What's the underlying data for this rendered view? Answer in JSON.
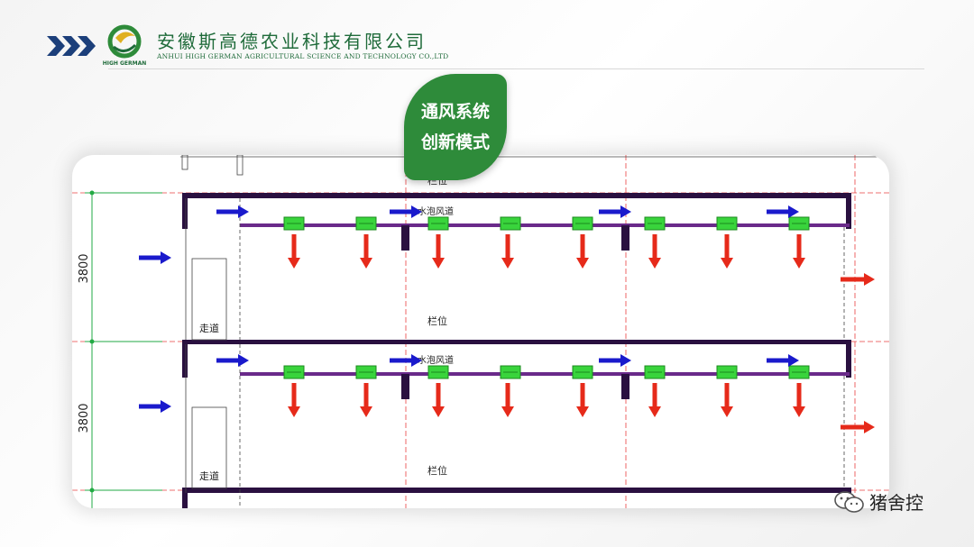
{
  "header": {
    "company_cn": "安徽斯高德农业科技有限公司",
    "company_en": "ANHUI HIGH GERMAN AGRICULTURAL SCIENCE AND TECHNOLOGY CO.,LTD",
    "logo_text": "HIGH GERMAN",
    "brand_color": "#1f6b3a"
  },
  "badge": {
    "line1": "通风系统",
    "line2": "创新模式",
    "color": "#2e8b3a"
  },
  "plan": {
    "dimension_labels": [
      "3800",
      "3800"
    ],
    "corridor_label": "走道",
    "pen_label": "栏位",
    "channel_label": "水泡风道",
    "colors": {
      "wall": "#2a1040",
      "pipe": "#6a2a8a",
      "fan": "#39d43c",
      "in_arrow": "#1a1acc",
      "out_arrow": "#e62a1a"
    }
  },
  "watermark": {
    "text": "猪舍控",
    "icon": "wechat-icon"
  }
}
